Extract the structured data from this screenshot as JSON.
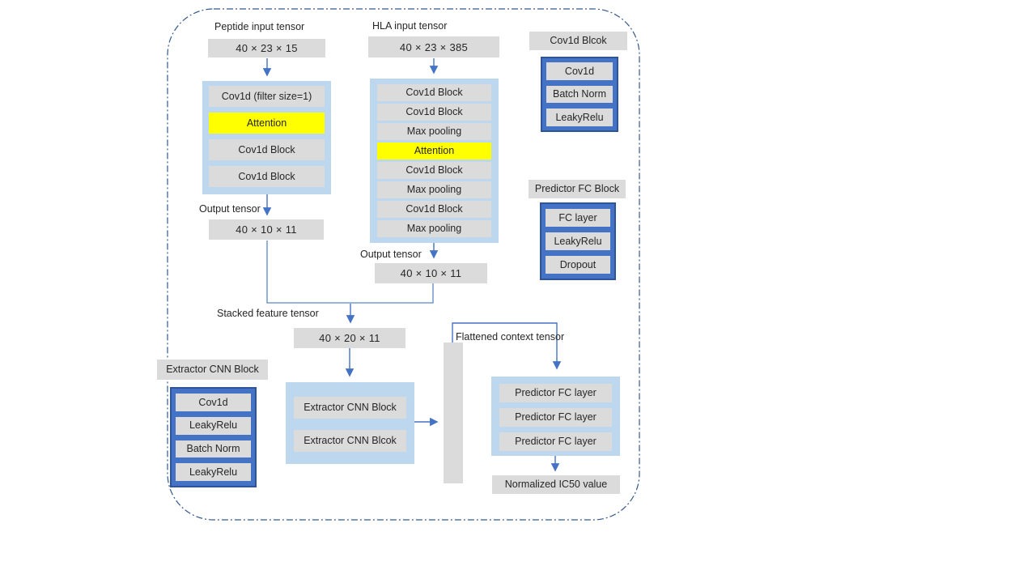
{
  "colors": {
    "container_blue": "#bdd7ee",
    "box_grey": "#dbdbdb",
    "legend_blue": "#4472c4",
    "legend_border": "#2f5597",
    "highlight_yellow": "#ffff00",
    "connector_blue": "#4472c4",
    "dashed_border": "#35598c"
  },
  "peptide": {
    "title": "Peptide input tensor",
    "input_dims": "40 × 23 × 15",
    "layers": [
      "Cov1d (filter size=1)",
      "Attention",
      "Cov1d Block",
      "Cov1d Block"
    ],
    "output_label": "Output tensor",
    "output_dims": "40 × 10 × 11"
  },
  "hla": {
    "title": "HLA input tensor",
    "input_dims": "40 × 23 × 385",
    "layers": [
      "Cov1d Block",
      "Cov1d Block",
      "Max pooling",
      "Attention",
      "Cov1d Block",
      "Max pooling",
      "Cov1d Block",
      "Max pooling"
    ],
    "output_label": "Output tensor",
    "output_dims": "40 × 10 × 11"
  },
  "stacked": {
    "label": "Stacked feature tensor",
    "dims": "40 × 20 × 11"
  },
  "extractor": {
    "layers": [
      "Extractor CNN Block",
      "Extractor CNN Blcok"
    ]
  },
  "flattened": {
    "label": "Flattened context tensor"
  },
  "predictor": {
    "layers": [
      "Predictor FC layer",
      "Predictor FC layer",
      "Predictor FC layer"
    ],
    "output": "Normalized IC50 value"
  },
  "legends": {
    "cov1d": {
      "title": "Cov1d Blcok",
      "items": [
        "Cov1d",
        "Batch Norm",
        "LeakyRelu"
      ]
    },
    "predictor_fc": {
      "title": "Predictor FC Block",
      "items": [
        "FC layer",
        "LeakyRelu",
        "Dropout"
      ]
    },
    "extractor_cnn": {
      "title": "Extractor CNN Block",
      "items": [
        "Cov1d",
        "LeakyRelu",
        "Batch Norm",
        "LeakyRelu"
      ]
    }
  }
}
